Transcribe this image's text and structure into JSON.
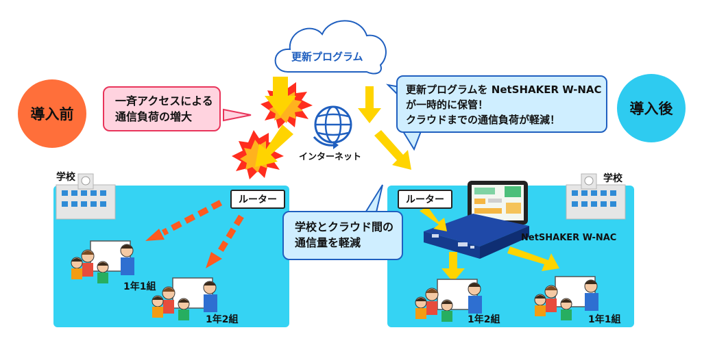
{
  "before": {
    "label": "導入前"
  },
  "after": {
    "label": "導入後"
  },
  "cloud": {
    "label": "更新プログラム"
  },
  "internet": {
    "label": "インターネット"
  },
  "callout_before": {
    "lines": [
      "一斉アクセスによる",
      "通信負荷の増大"
    ]
  },
  "callout_after": {
    "lines": [
      "更新プログラムを NetSHAKER W-NAC",
      "が一時的に保管！",
      "クラウドまでの通信負荷が軽減！"
    ]
  },
  "callout_middle": {
    "lines": [
      "学校とクラウド間の",
      "通信量を軽減"
    ]
  },
  "left_school": {
    "school_label": "学校",
    "router_label": "ルーター",
    "class_a": "1年1組",
    "class_b": "1年2組"
  },
  "right_school": {
    "school_label": "学校",
    "router_label": "ルーター",
    "device_label": "NetSHAKER W-NAC",
    "class_a": "1年2組",
    "class_b": "1年1組"
  },
  "colors": {
    "panel": "#35d3f3",
    "circle_before": "#ff6f3a",
    "circle_after": "#2ecbf0",
    "callout_pink": "#ffd3df",
    "callout_blue": "#cfeeff",
    "arrow_yellow": "#ffd400",
    "arrow_orange": "#ff5a1f"
  }
}
